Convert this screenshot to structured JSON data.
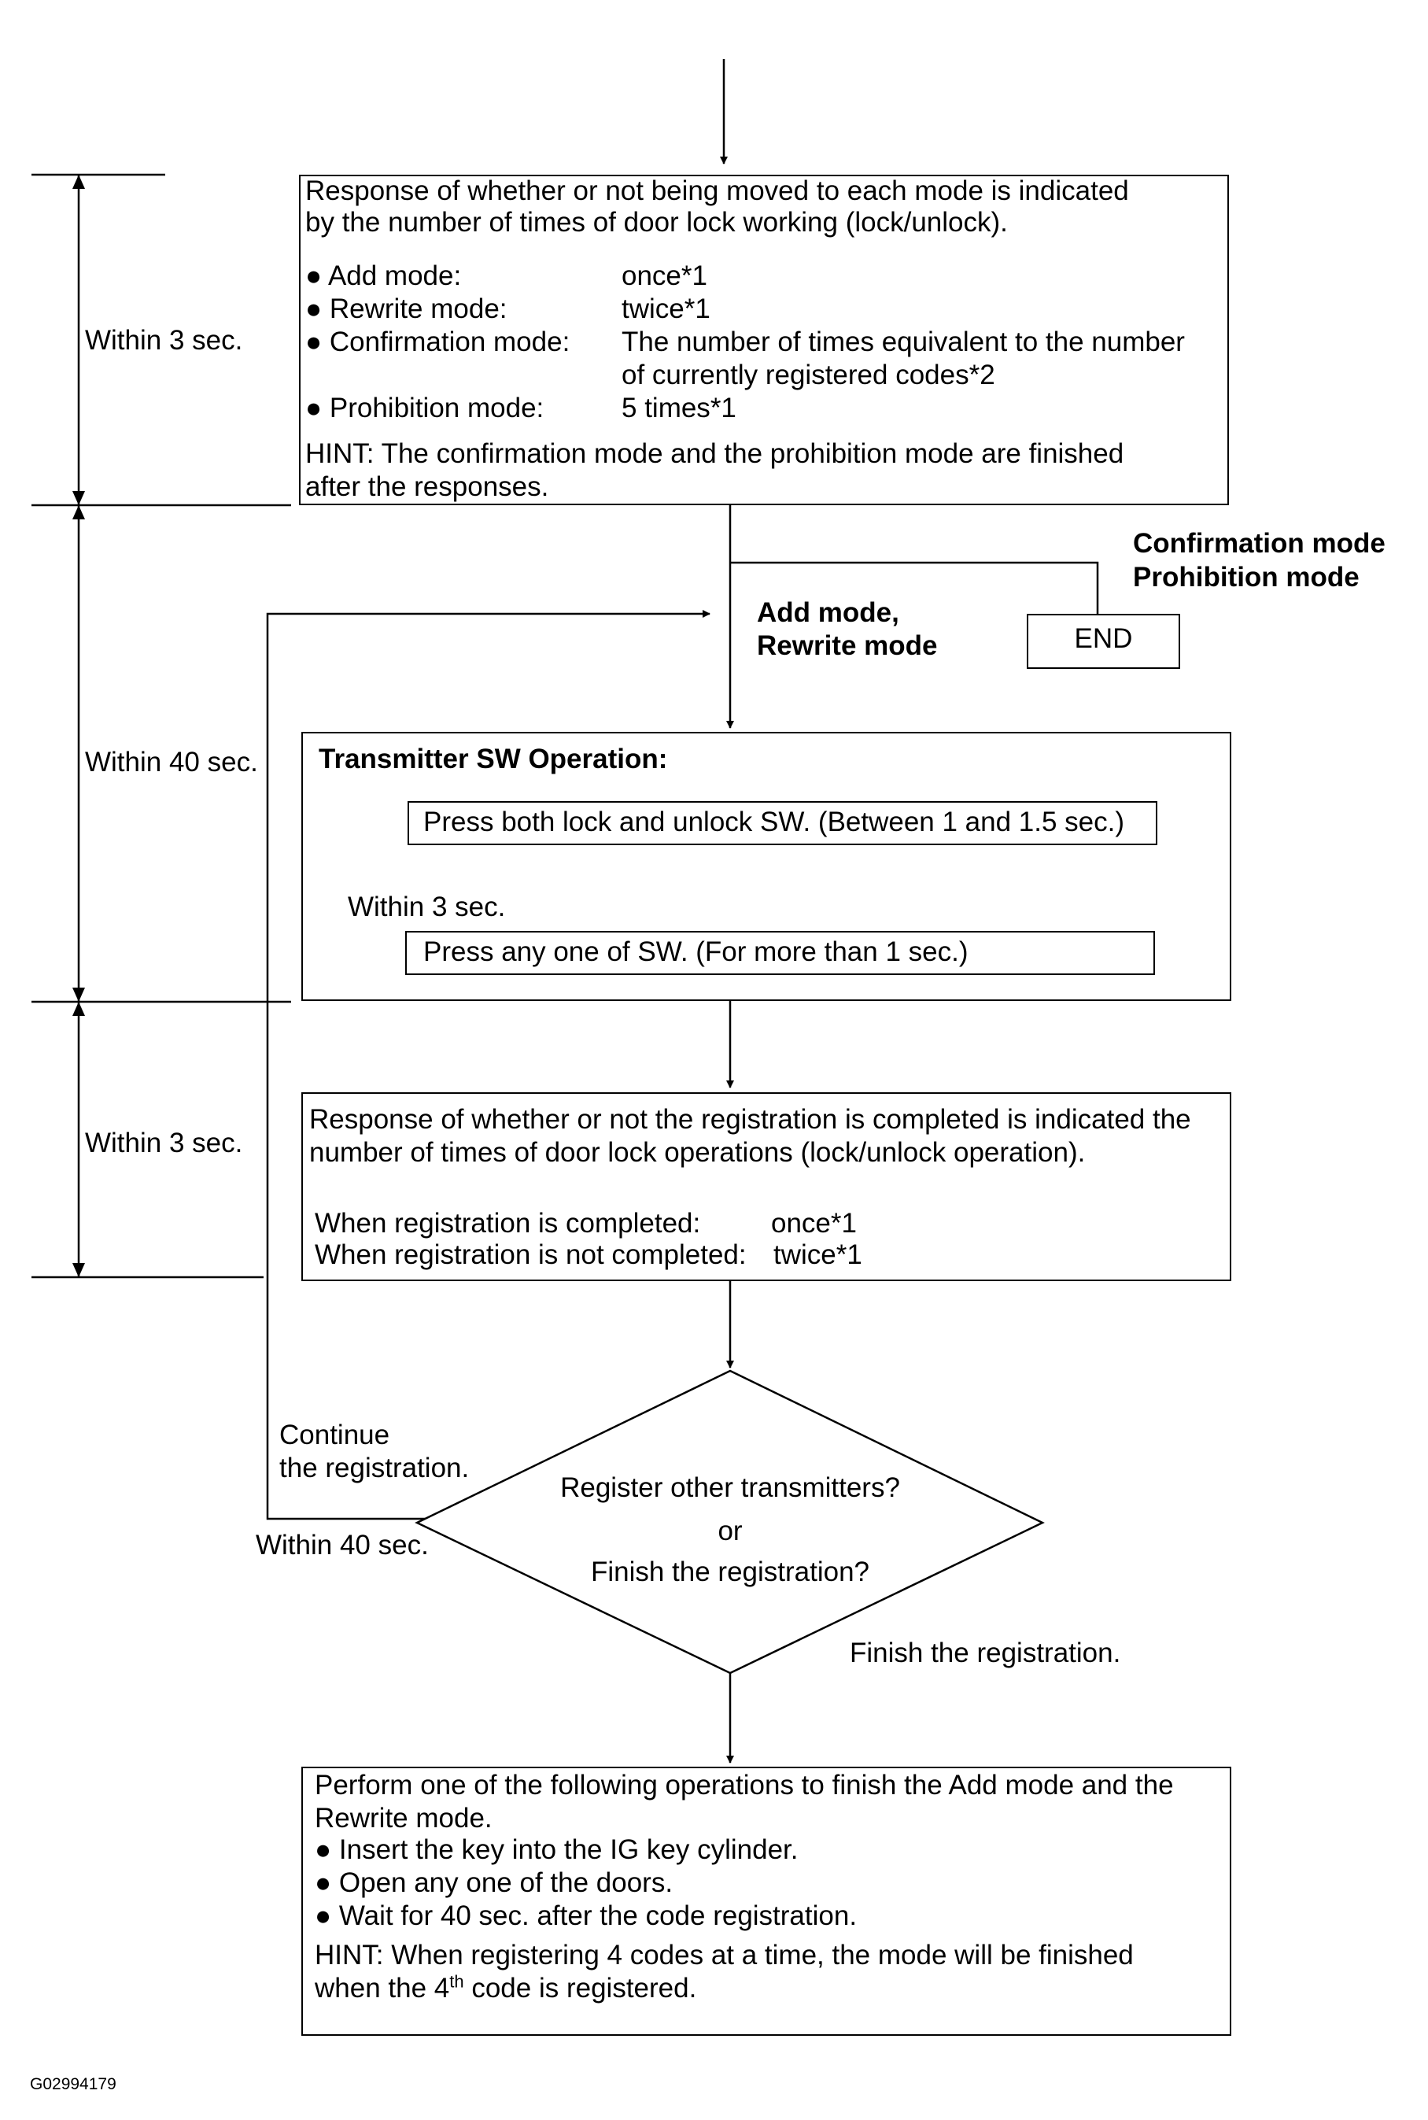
{
  "box1": {
    "line1": "Response of whether or not being moved to each mode is indicated",
    "line2": "by the number of times of door lock working (lock/unlock).",
    "items": [
      {
        "label": "Add mode:",
        "value_main": "once",
        "value_star": "*1"
      },
      {
        "label": "Rewrite mode:",
        "value_main": "twice",
        "value_star": "*1"
      },
      {
        "label": "Confirmation mode:",
        "value_main": "The number of times equivalent to the number",
        "value_cont": "of currently registered codes*2"
      },
      {
        "label": "Prohibition mode:",
        "value_main": "5 times",
        "value_star": "*1"
      }
    ],
    "hint1": "HINT: The confirmation mode and the prohibition mode are finished",
    "hint2": "after the responses."
  },
  "timing": {
    "seg1": "Within 3 sec.",
    "seg2": "Within 40 sec.",
    "seg3": "Within 3 sec.",
    "inner": "Within 3 sec.",
    "loop": "Within 40 sec."
  },
  "branch": {
    "end_label1": "Confirmation mode",
    "end_label2": "Prohibition mode",
    "end_box": "END",
    "add_label1": "Add mode,",
    "add_label2": "Rewrite mode"
  },
  "transmitter": {
    "title": "Transmitter SW Operation:",
    "step1": "Press both lock and unlock SW. (Between 1 and 1.5 sec.)",
    "step2": "Press any one of SW. (For more than 1 sec.)"
  },
  "box3": {
    "line1": "Response of whether or not the registration is completed is indicated the",
    "line2": "number of times of door lock operations (lock/unlock operation).",
    "completed_label": "When registration is completed:",
    "completed_value": "once",
    "completed_star": "*1",
    "not_completed_label": "When registration is not completed:",
    "not_completed_value": "twice",
    "not_completed_star": "*1"
  },
  "decision": {
    "line1": "Register other transmitters?",
    "line2": "or",
    "line3": "Finish the registration?",
    "continue1": "Continue",
    "continue2": "the registration.",
    "finish": "Finish the registration."
  },
  "box4": {
    "line1": "Perform one of the following operations to finish the Add mode and the",
    "line2": "Rewrite mode.",
    "bullets": [
      "Insert the key into the IG key cylinder.",
      "Open any one of the doors.",
      "Wait for 40 sec. after the code registration."
    ],
    "hint1": "HINT: When registering 4 codes at a time, the mode will be finished",
    "hint2_pre": "when the 4",
    "hint2_sup": "th",
    "hint2_post": " code is registered."
  },
  "figure_id": "G02994179"
}
